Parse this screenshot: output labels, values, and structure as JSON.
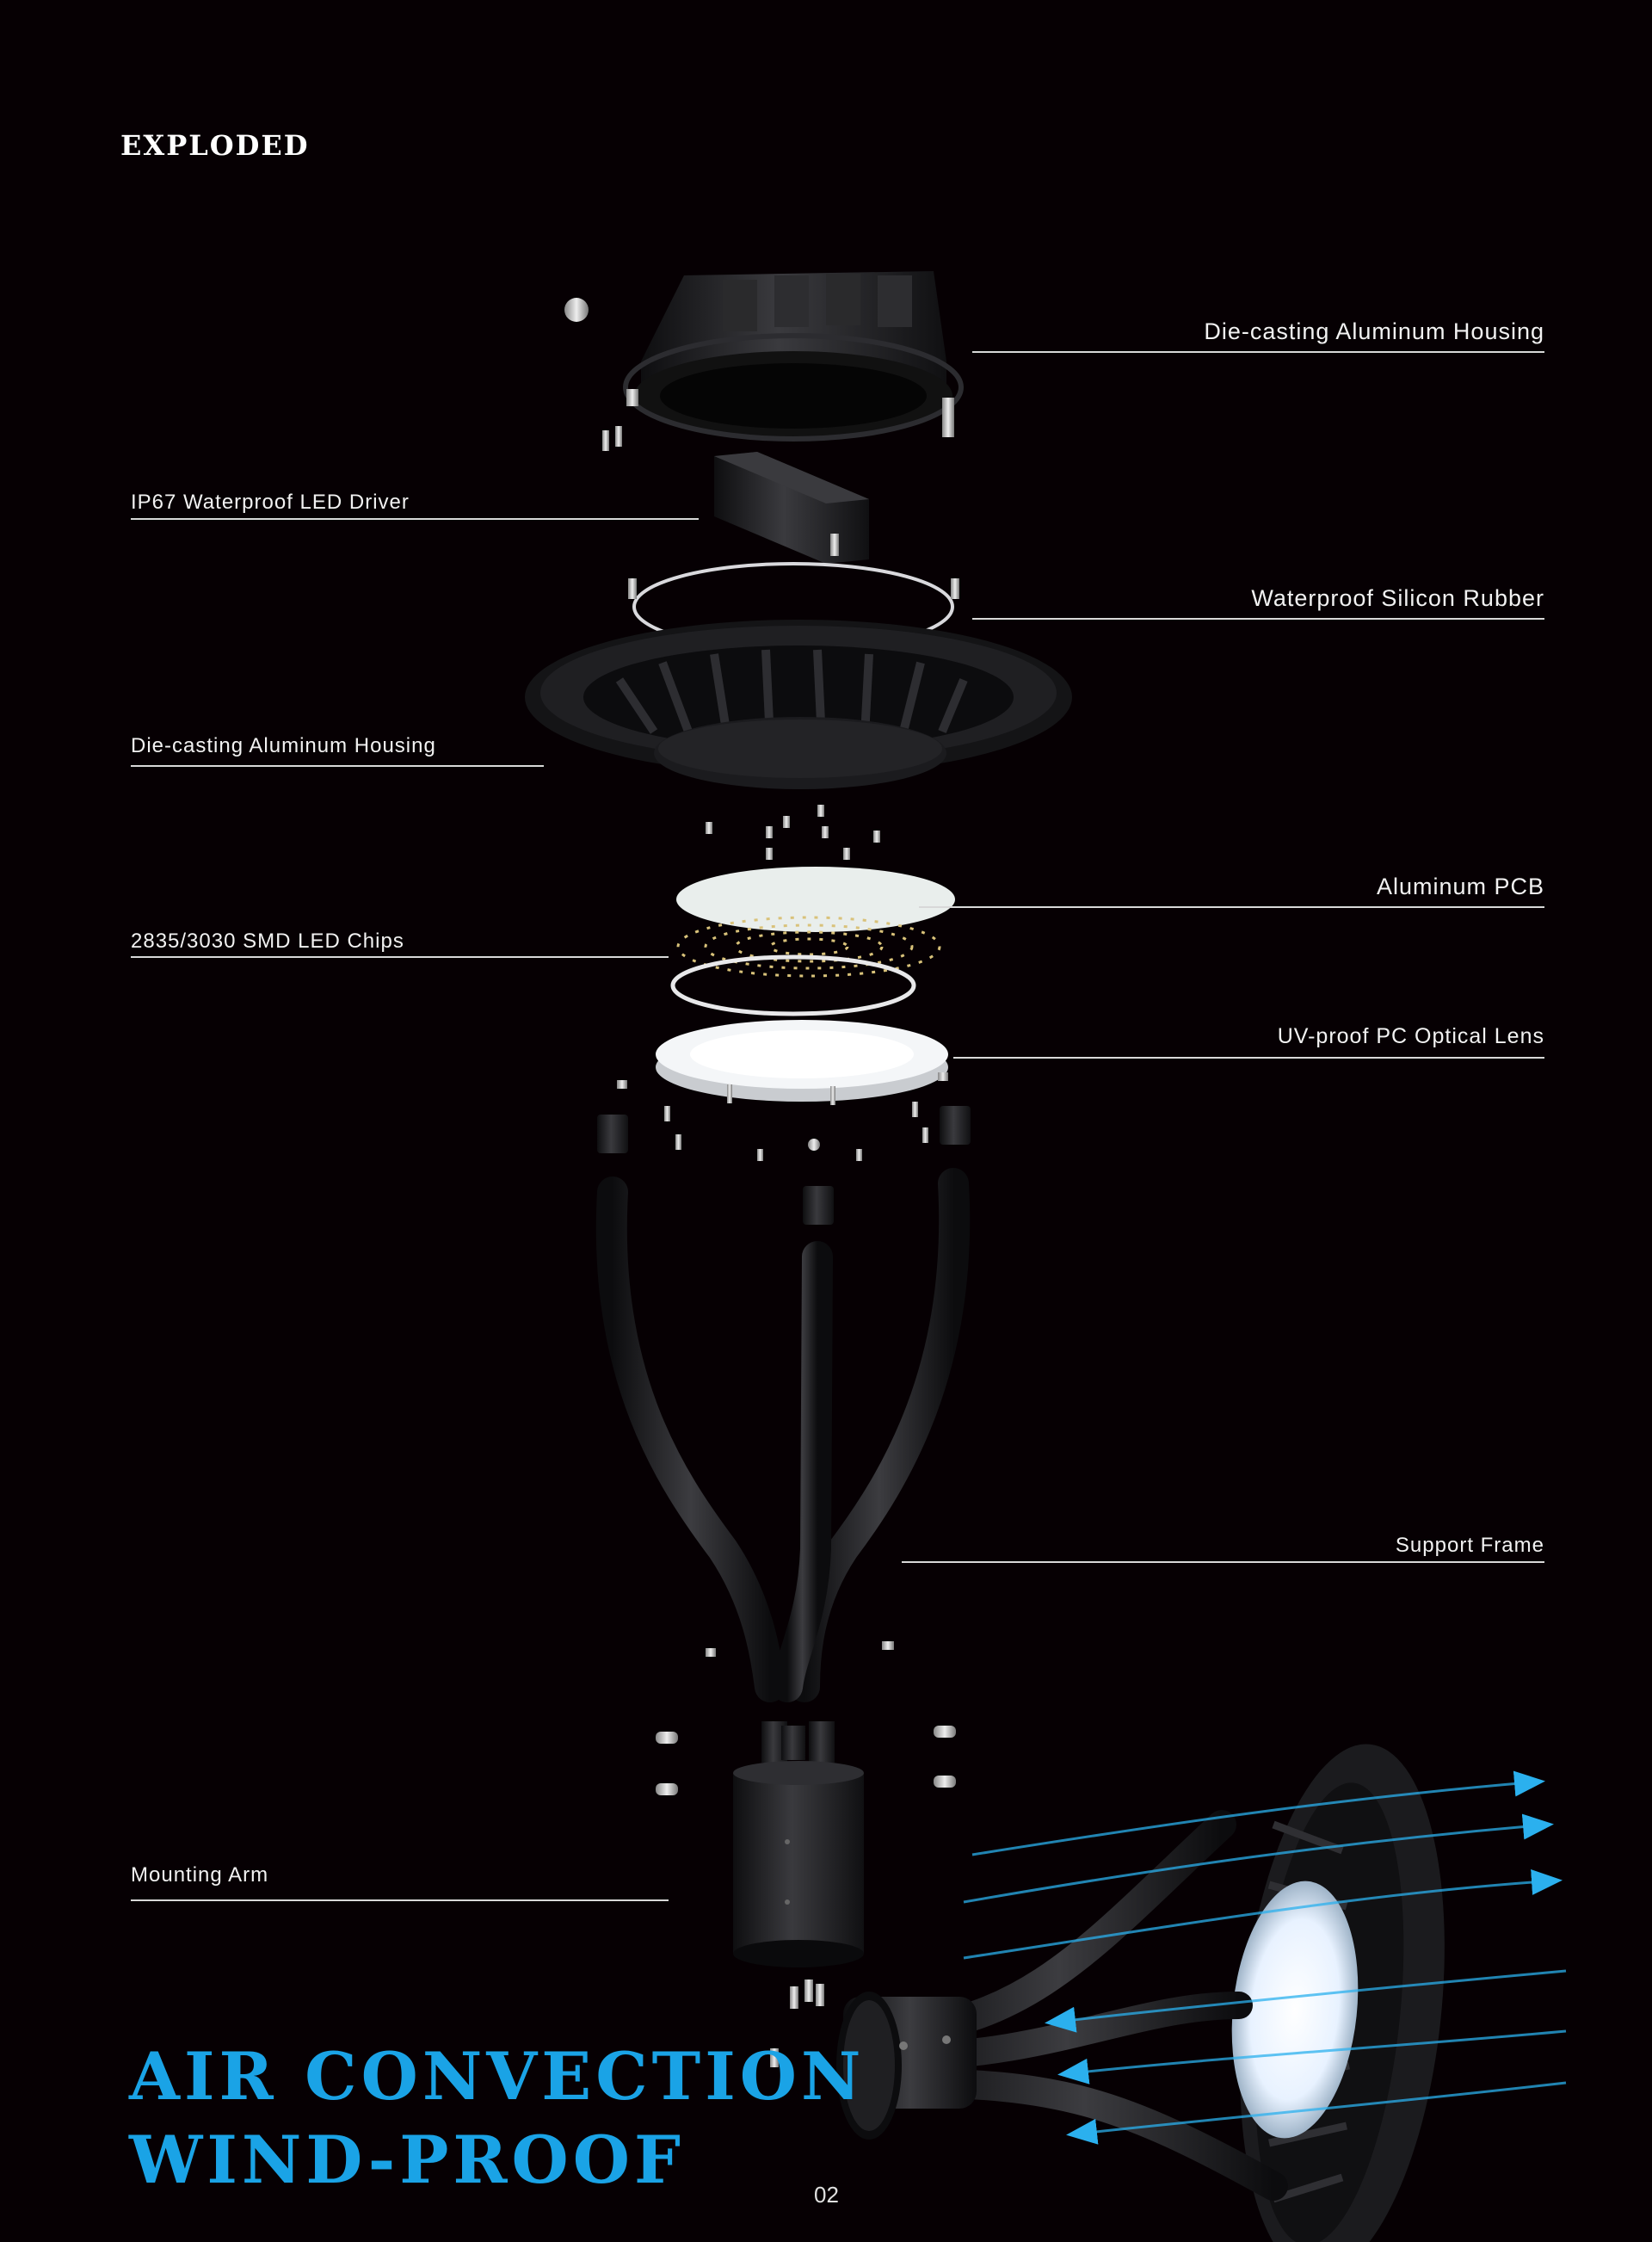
{
  "section_title": "EXPLODED",
  "labels": {
    "housing_top": "Die-casting Aluminum Housing",
    "led_driver": "IP67 Waterproof LED Driver",
    "silicon_rubber": "Waterproof Silicon Rubber",
    "housing_heatsink": "Die-casting Aluminum Housing",
    "aluminum_pcb": "Aluminum PCB",
    "led_chips": "2835/3030 SMD LED Chips",
    "optical_lens": "UV-proof PC Optical Lens",
    "support_frame": "Support Frame",
    "mounting_arm": "Mounting Arm"
  },
  "headline": {
    "line1": "AIR CONVECTION",
    "line2": "WIND-PROOF"
  },
  "page_number": "02",
  "colors": {
    "background": "#060003",
    "accent_blue": "#1aa3e6",
    "part_black": "#1a1a1c",
    "lens_white": "#f4f6f8"
  }
}
